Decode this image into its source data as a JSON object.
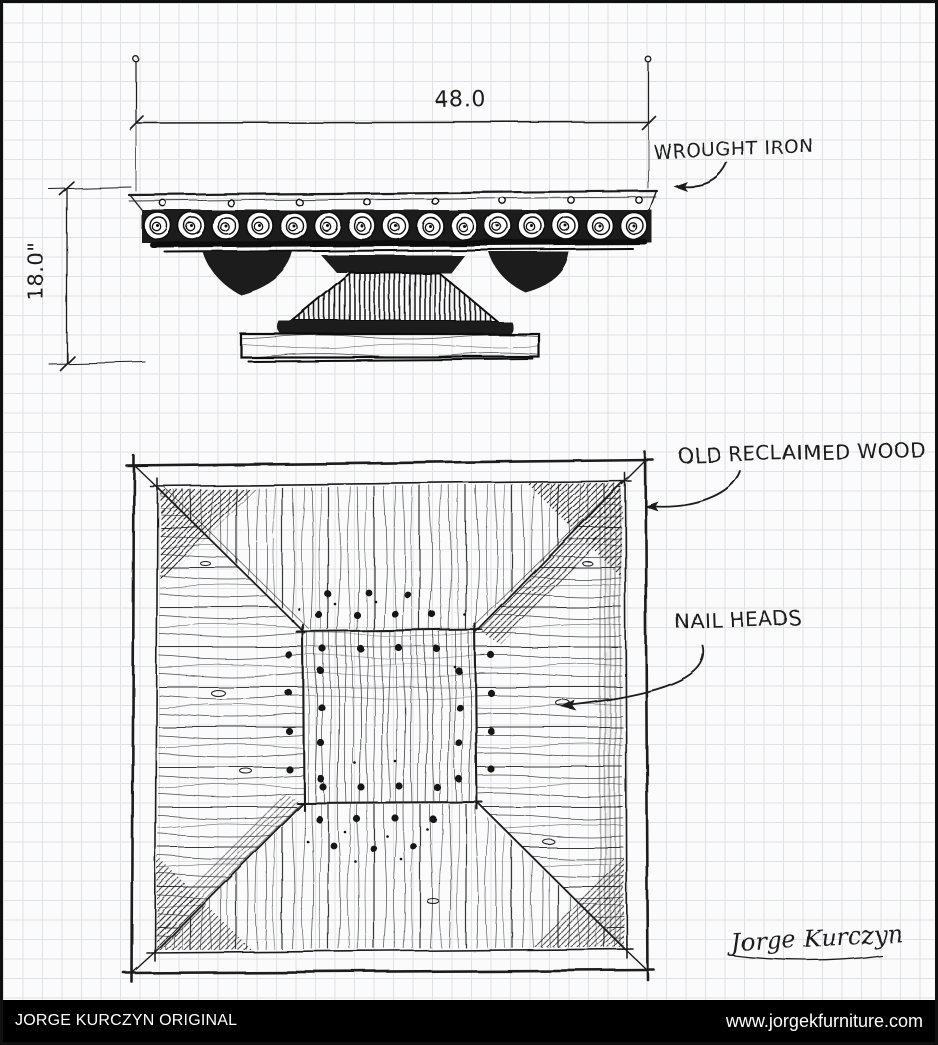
{
  "annotations": {
    "width_dimension": "48.0",
    "height_dimension": "18.0\"",
    "material_top": "WROUGHT IRON",
    "material_wood": "OLD RECLAIMED WOOD",
    "nail_heads": "NAIL HEADS",
    "signature": "Jorge Kurczyn"
  },
  "footer": {
    "left_text": "JORGE KURCZYN ORIGINAL",
    "right_text": "www.jorgekfurniture.com"
  },
  "colors": {
    "ink": "#1c1c1c",
    "paper": "#fbfbfc",
    "grid": "#dde2e8",
    "footer_bg": "#000000",
    "footer_text": "#ffffff"
  }
}
